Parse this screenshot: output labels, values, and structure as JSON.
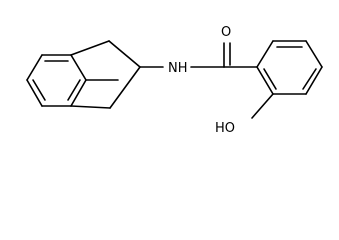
{
  "structure": {
    "atoms": {
      "amine_nitrogen": "NH",
      "carbonyl_oxygen": "O",
      "hydroxyl_group": "HO"
    }
  },
  "colors": {
    "background": "#ffffff",
    "bond": "#000000",
    "label": "#000000"
  }
}
